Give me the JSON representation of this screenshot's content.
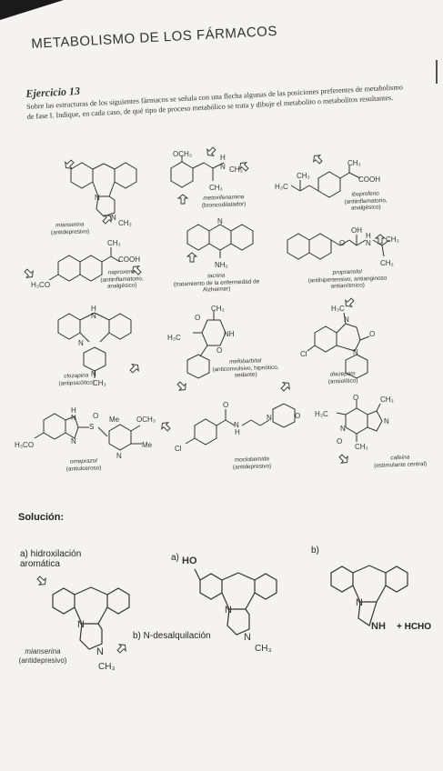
{
  "header": {
    "title": "METABOLISMO DE LOS FÁRMACOS"
  },
  "exercise": {
    "title": "Ejercicio 13",
    "text": "Sobre las estructuras de los siguientes fármacos se señala con una flecha algunas de las posiciones preferentes de metabolismo de fase I. Indique, en cada caso, de qué tipo de proceso metabólico se trata y dibuje el metabolito o metabolitos resultantes."
  },
  "drugs": [
    {
      "name": "mianserina",
      "use": "(antidepresivo)"
    },
    {
      "name": "metoxifenamina",
      "use": "(broncodilatador)"
    },
    {
      "name": "ibuprofeno",
      "use": "(antiinflamatorio, analgésico)"
    },
    {
      "name": "naproxeno",
      "use": "(antiinflamatorio, analgésico)"
    },
    {
      "name": "tacrina",
      "use": "(tratamiento de la enfermedad de Alzheimer)"
    },
    {
      "name": "propranolol",
      "use": "(antihipertensivo, antianginoso antiarrítmico)"
    },
    {
      "name": "clozapina",
      "use": "(antipsicótico)"
    },
    {
      "name": "mefobarbital",
      "use": "(anticonvulsivo, hipnótico, sedante)"
    },
    {
      "name": "diazepam",
      "use": "(ansiolítico)"
    },
    {
      "name": "omeprazol",
      "use": "(antiulceroso)"
    },
    {
      "name": "moclobemida",
      "use": "(antidepresivo)"
    },
    {
      "name": "cafeína",
      "use": "(estimulante central)"
    }
  ],
  "atoms": {
    "och3": "OCH₃",
    "ch3": "CH₃",
    "nh": "NH",
    "h": "H",
    "n": "N",
    "cooh": "COOH",
    "h3co": "H₃CO",
    "nh2": "NH₂",
    "oh": "OH",
    "h3c": "H₃C",
    "o": "O",
    "cl": "Cl",
    "me": "Me",
    "s": "S",
    "ho": "HO"
  },
  "solution": {
    "heading": "Solución:",
    "a_label": "a)  hidroxilación aromática",
    "a2_label": "a)",
    "b_label": "b)",
    "b_inline": "b) N-desalquilación",
    "mianserina_name": "mianserina",
    "mianserina_use": "(antidepresivo)",
    "plus_hcho": "+ HCHO"
  }
}
